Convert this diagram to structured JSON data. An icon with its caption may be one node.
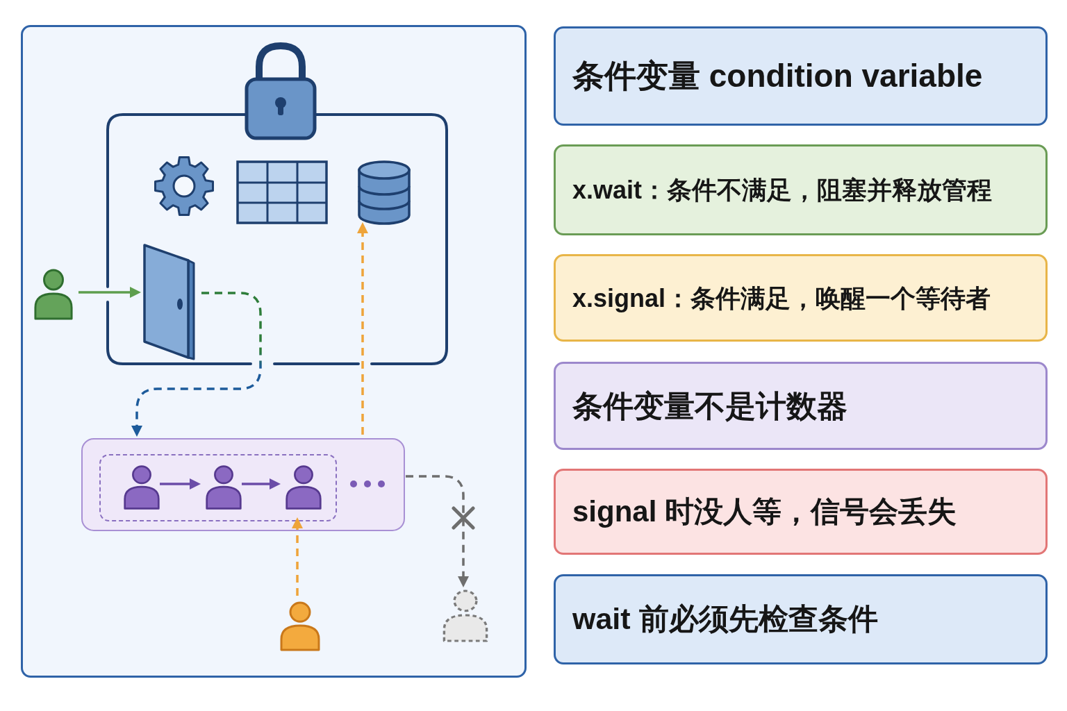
{
  "diagram": {
    "nodes": [
      {
        "text": [],
        "shape": "box"
      },
      {
        "text": [],
        "shape": "box",
        "in": 0
      },
      {
        "text": [],
        "shape": "cylinder",
        "in": 1
      },
      {
        "text": [],
        "shape": "person",
        "in": 0
      },
      {
        "text": [],
        "shape": "picture",
        "in": 1
      },
      {
        "text": [],
        "shape": "box",
        "in": 0
      },
      {
        "text": [],
        "shape": "box",
        "in": 5
      },
      {
        "text": [],
        "shape": "person",
        "in": 6
      },
      {
        "text": [],
        "shape": "person",
        "in": 6
      },
      {
        "text": [],
        "shape": "person",
        "in": 6
      },
      {
        "text": [],
        "shape": "person",
        "in": 0
      },
      {
        "text": [],
        "shape": "person",
        "in": 0
      },
      {
        "text": [
          "条件变量 condition variable"
        ]
      },
      {
        "text": [
          "x.wait：条件不满足，阻塞并释放管程"
        ]
      },
      {
        "text": [
          "x.signal：条件满足，唤醒一个等待者"
        ]
      },
      {
        "text": [
          "条件变量不是计数器"
        ]
      },
      {
        "text": [
          "signal 时没人等，信号会丢失"
        ]
      },
      {
        "text": [
          "wait 前必须先检查条件"
        ]
      }
    ],
    "edges": [
      {
        "from": 3,
        "to": 4,
        "arrow": "to",
        "color": "#5e9e4e"
      },
      {
        "from": 4,
        "to": 5,
        "arrow": "to",
        "style": "dashed",
        "color": "#1d5b9b"
      },
      {
        "from": 7,
        "to": 8,
        "arrow": "to",
        "color": "#6b4ca8"
      },
      {
        "from": 8,
        "to": 9,
        "arrow": "to",
        "color": "#6b4ca8"
      },
      {
        "from": 5,
        "to": 2,
        "arrow": "to",
        "style": "dashed",
        "color": "#eea43a"
      },
      {
        "from": 10,
        "to": 6,
        "arrow": "to",
        "style": "dashed",
        "color": "#eea43a"
      },
      {
        "from": 5,
        "to": 11,
        "arrow": "to",
        "style": "dashed",
        "color": "#6e6e6e"
      }
    ]
  }
}
